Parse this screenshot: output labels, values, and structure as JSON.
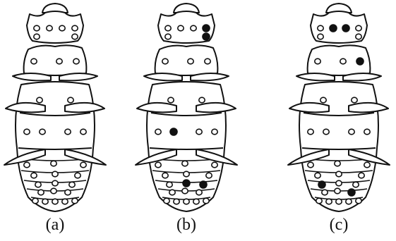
{
  "figure": {
    "stroke_color": "#111111",
    "fill_color": "#ffffff",
    "marked_dot_color": "#111111",
    "panels": [
      {
        "label": "(a)",
        "marked_dots": []
      },
      {
        "label": "(b)",
        "marked_dots": [
          "head-dot-3",
          "head-dot-5",
          "torso-row1-dot-1",
          "abdomen-row2-dot-1",
          "abdomen-row2-dot-2"
        ]
      },
      {
        "label": "(c)",
        "marked_dots": [
          "head-dot-1",
          "head-dot-2",
          "thorax-dot-2",
          "abdomen-row2-dot-0",
          "abdomen-row3-dot-2"
        ]
      }
    ]
  }
}
